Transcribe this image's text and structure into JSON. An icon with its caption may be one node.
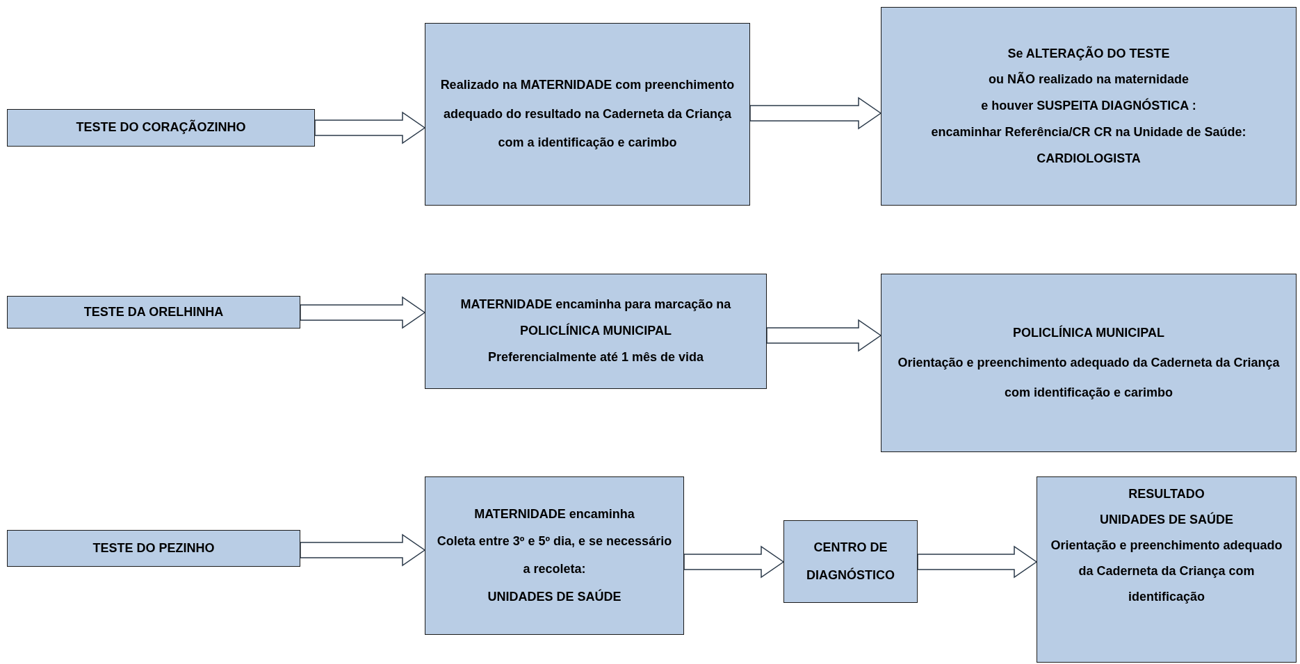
{
  "diagram": {
    "nodes": [
      {
        "text": [
          "TESTE DO CORAÇÃOZINHO"
        ]
      },
      {
        "text": [
          "Realizado na MATERNIDADE com preenchimento adequado do resultado na Caderneta da Criança com a identificação e carimbo"
        ]
      },
      {
        "text": [
          "Se ALTERAÇÃO DO TESTE",
          "ou NÃO realizado na maternidade",
          "e houver SUSPEITA DIAGNÓSTICA :",
          "encaminhar Referência/CR CR na Unidade de Saúde: CARDIOLOGISTA"
        ]
      },
      {
        "text": [
          "TESTE DA ORELHINHA"
        ]
      },
      {
        "text": [
          "MATERNIDADE encaminha para marcação na POLICLÍNICA MUNICIPAL",
          "Preferencialmente até 1 mês de vida"
        ]
      },
      {
        "text": [
          "POLICLÍNICA MUNICIPAL",
          "Orientação e preenchimento adequado da Caderneta da Criança com identificação e carimbo"
        ]
      },
      {
        "text": [
          "TESTE DO PEZINHO"
        ]
      },
      {
        "text": [
          "MATERNIDADE encaminha",
          "Coleta entre 3º e 5º dia, e se necessário a recoleta:",
          "UNIDADES DE SAÚDE"
        ]
      },
      {
        "text": [
          "CENTRO DE DIAGNÓSTICO"
        ]
      },
      {
        "text": [
          "RESULTADO",
          "UNIDADES DE SAÚDE",
          "Orientação e preenchimento adequado da Caderneta da Criança com identificação"
        ]
      }
    ],
    "edges": [
      {
        "from": 0,
        "to": 1,
        "arrow": "to"
      },
      {
        "from": 1,
        "to": 2,
        "arrow": "to"
      },
      {
        "from": 3,
        "to": 4,
        "arrow": "to"
      },
      {
        "from": 4,
        "to": 5,
        "arrow": "to"
      },
      {
        "from": 6,
        "to": 7,
        "arrow": "to"
      },
      {
        "from": 7,
        "to": 8,
        "arrow": "to"
      },
      {
        "from": 8,
        "to": 9,
        "arrow": "to"
      }
    ]
  }
}
